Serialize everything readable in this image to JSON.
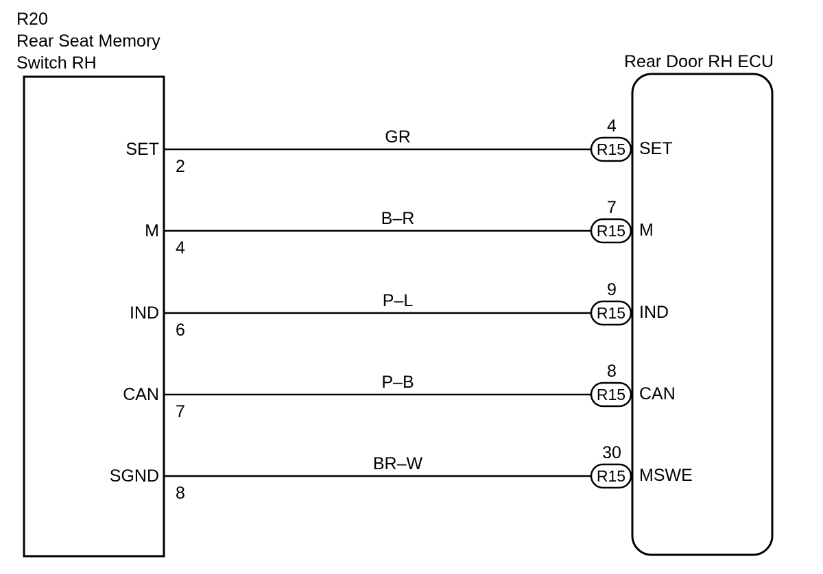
{
  "left_component": {
    "code": "R20",
    "name_line1": "Rear Seat Memory",
    "name_line2": "Switch RH"
  },
  "right_component": {
    "name": "Rear Door RH ECU",
    "connector_code": "R15"
  },
  "wires": [
    {
      "left_signal": "SET",
      "left_pin": "2",
      "color": "GR",
      "right_pin": "4",
      "right_signal": "SET"
    },
    {
      "left_signal": "M",
      "left_pin": "4",
      "color": "B–R",
      "right_pin": "7",
      "right_signal": "M"
    },
    {
      "left_signal": "IND",
      "left_pin": "6",
      "color": "P–L",
      "right_pin": "9",
      "right_signal": "IND"
    },
    {
      "left_signal": "CAN",
      "left_pin": "7",
      "color": "P–B",
      "right_pin": "8",
      "right_signal": "CAN"
    },
    {
      "left_signal": "SGND",
      "left_pin": "8",
      "color": "BR–W",
      "right_pin": "30",
      "right_signal": "MSWE"
    }
  ]
}
